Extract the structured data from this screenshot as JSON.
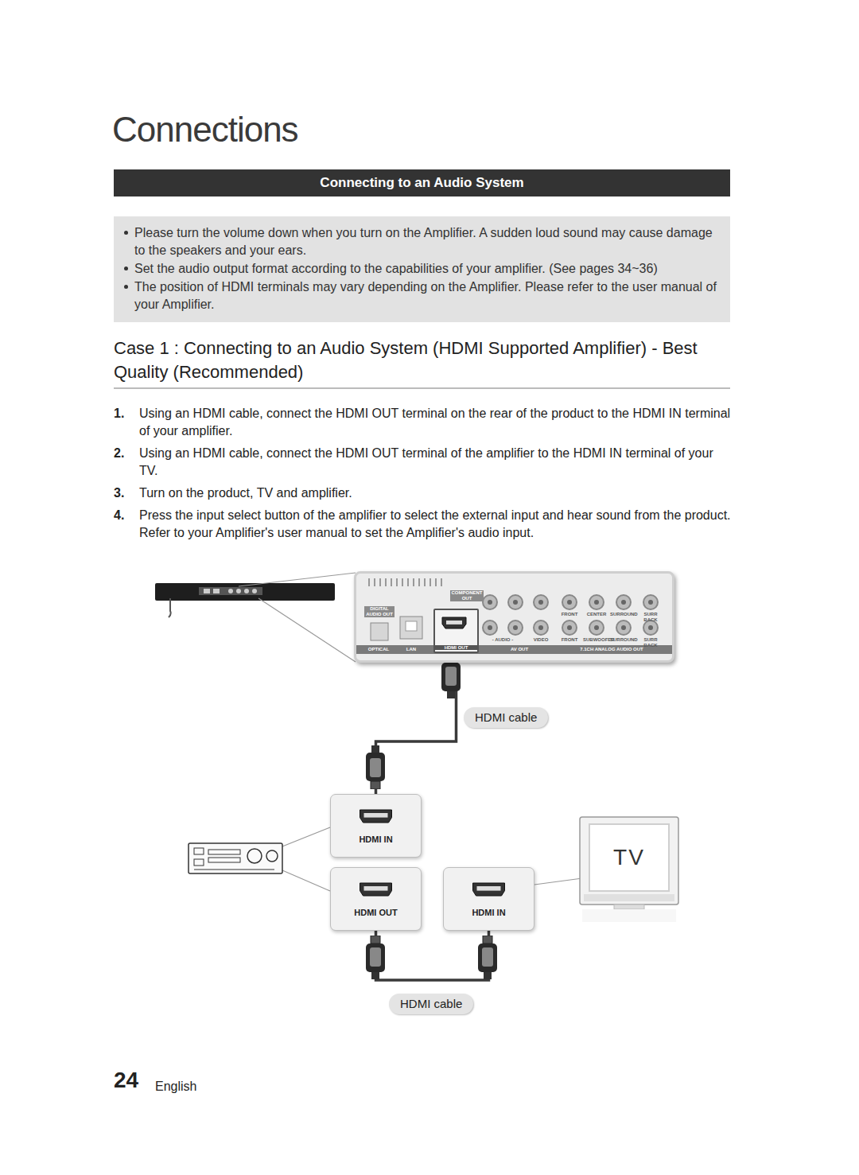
{
  "diagram": {
    "title": "Connections",
    "nodes": [
      {
        "text": [
          "Connecting to an Audio System"
        ]
      },
      {
        "text": [
          "Please turn the volume down when you turn on the Amplifier. A sudden loud sound may cause damage to the speakers and your ears.",
          "Set the audio output format according to the capabilities of your amplifier. (See pages 34~36)",
          "The position of HDMI terminals may vary depending on the Amplifier. Please refer to the user manual of your Amplifier."
        ]
      },
      {
        "text": [
          "DIGITAL AUDIO OUT",
          "COMPONENT OUT",
          "OPTICAL",
          "LAN",
          "- AUDIO -",
          "VIDEO",
          "AV OUT",
          "FRONT",
          "CENTER",
          "SURROUND",
          "SURR BACK",
          "FRONT",
          "SUBWOOFER",
          "SURROUND",
          "SURR BACK",
          "7.1CH ANALOG AUDIO OUT"
        ]
      },
      {
        "text": [
          "HDMI OUT"
        ],
        "in": 2
      },
      {
        "text": [
          "HDMI IN"
        ]
      },
      {
        "text": [
          "HDMI OUT"
        ]
      },
      {
        "text": [
          "HDMI IN"
        ]
      },
      {
        "text": [
          "TV"
        ]
      }
    ],
    "edges": [
      {
        "from": 3,
        "to": 4,
        "label": "HDMI cable",
        "arrow": "none"
      },
      {
        "from": 5,
        "to": 6,
        "label": "HDMI cable",
        "arrow": "none"
      }
    ],
    "labels": [
      "Case 1 : Connecting to an Audio System (HDMI Supported Amplifier) - Best Quality (Recommended)",
      "1.",
      "Using an HDMI cable, connect the HDMI OUT terminal on the rear of the product to the HDMI IN terminal of your amplifier.",
      "2.",
      "Using an HDMI cable, connect the HDMI OUT terminal of the amplifier to the HDMI IN terminal of your TV.",
      "3.",
      "Turn on the product, TV and amplifier.",
      "4.",
      "Press the input select button of the amplifier to select the external input and hear sound from the product. Refer to your Amplifier's user manual to set the Amplifier's audio input.",
      "24",
      "English"
    ]
  }
}
